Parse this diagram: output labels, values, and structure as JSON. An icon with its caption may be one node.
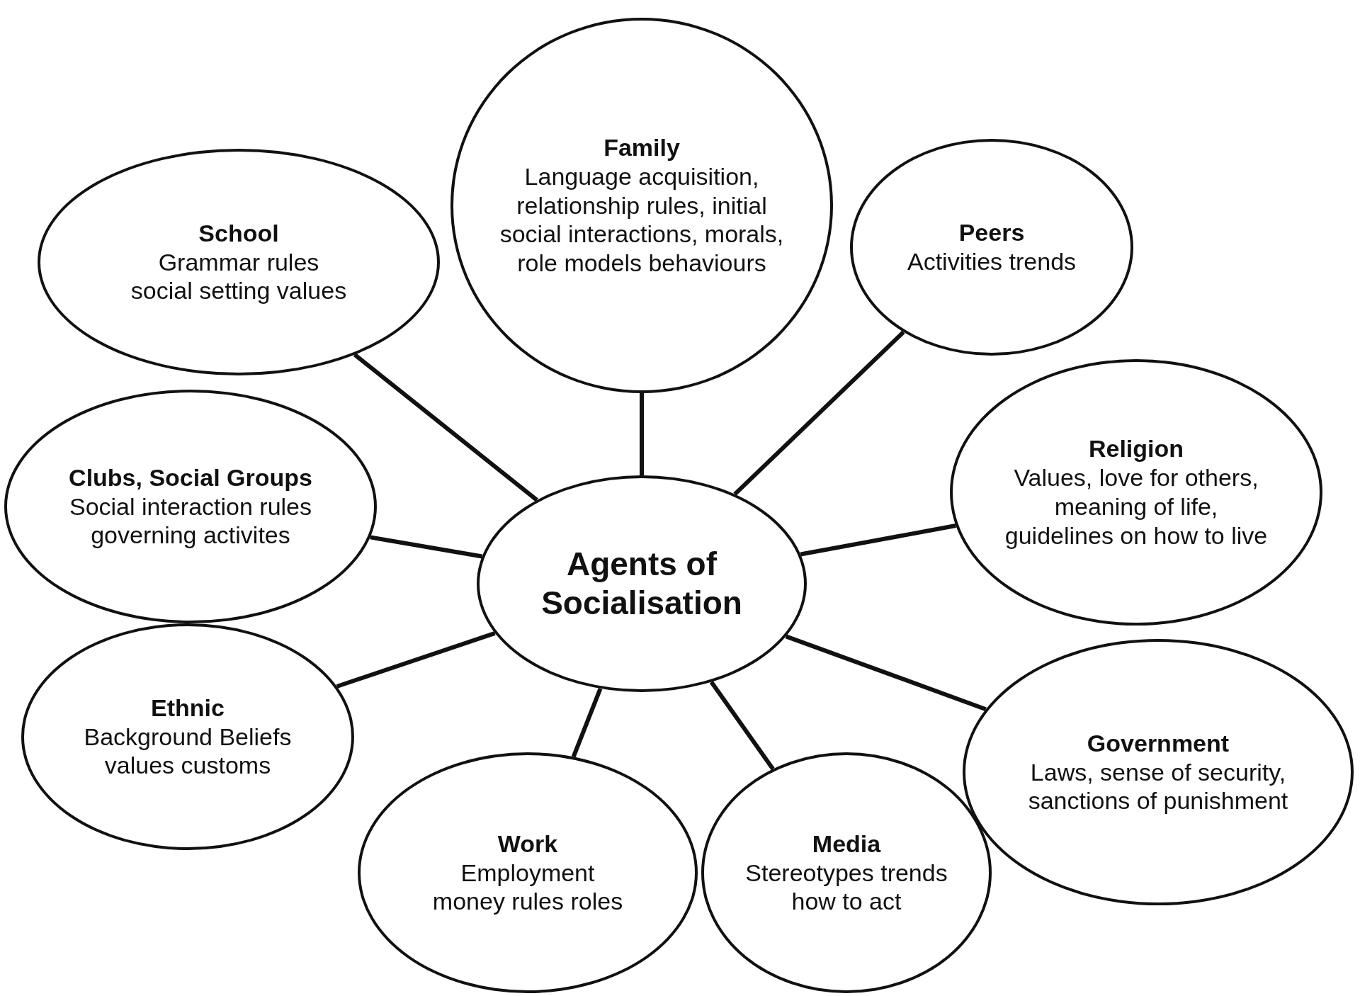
{
  "diagram": {
    "nodes": [
      {
        "text": [
          "Family",
          "Language acquisition, relationship rules, initial social interactions, morals, role models behaviours"
        ]
      },
      {
        "text": [
          "School",
          "Grammar rules social setting values"
        ]
      },
      {
        "text": [
          "Peers",
          "Activities trends"
        ]
      },
      {
        "text": [
          "Religion",
          "Values, love for others, meaning of life, guidelines on how to live"
        ]
      },
      {
        "text": [
          "Clubs, Social Groups",
          "Social interaction rules governing activites"
        ]
      },
      {
        "text": [
          "Agents of Socialisation"
        ]
      },
      {
        "text": [
          "Ethnic",
          "Background Beliefs values customs"
        ]
      },
      {
        "text": [
          "Government",
          "Laws, sense of security, sanctions of punishment"
        ]
      },
      {
        "text": [
          "Work",
          "Employment money rules roles"
        ]
      },
      {
        "text": [
          "Media",
          "Stereotypes trends how to act"
        ]
      }
    ],
    "edges": [
      {
        "from": 5,
        "to": 0,
        "arrow": "none"
      },
      {
        "from": 5,
        "to": 1,
        "arrow": "none"
      },
      {
        "from": 5,
        "to": 2,
        "arrow": "none"
      },
      {
        "from": 5,
        "to": 3,
        "arrow": "none"
      },
      {
        "from": 5,
        "to": 4,
        "arrow": "none"
      },
      {
        "from": 5,
        "to": 6,
        "arrow": "none"
      },
      {
        "from": 5,
        "to": 7,
        "arrow": "none"
      },
      {
        "from": 5,
        "to": 8,
        "arrow": "none"
      },
      {
        "from": 5,
        "to": 9,
        "arrow": "none"
      }
    ]
  }
}
